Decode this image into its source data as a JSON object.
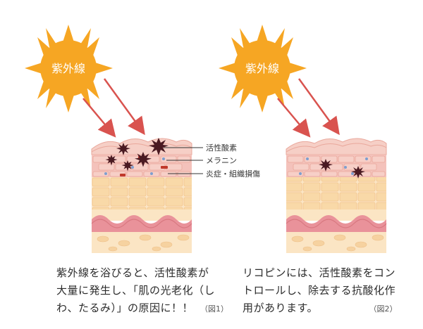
{
  "sun_left": {
    "label": "紫外線"
  },
  "sun_right": {
    "label": "紫外線"
  },
  "annotations": {
    "active_oxygen": "活性酸素",
    "melanin": "メラニン",
    "inflammation": "炎症・組織損傷"
  },
  "caption_left": {
    "lines": [
      "紫外線を浴びると、活性酸素が",
      "大量に発生し、「肌の光老化（し",
      "わ、たるみ）」の原因に！！"
    ],
    "figure": "（図1）"
  },
  "caption_right": {
    "lines": [
      "リコピンには、活性酸素をコン",
      "トロールし、除去する抗酸化作",
      "用があります。"
    ],
    "figure": "（図2）"
  },
  "colors": {
    "sun": "#f6a623",
    "arrow": "#d9534f",
    "skin_top": "#f4c2bb",
    "skin_cells": "#f7d8a8",
    "dermis": "#f0b0a8",
    "active_oxygen": "#5a1f2a"
  }
}
